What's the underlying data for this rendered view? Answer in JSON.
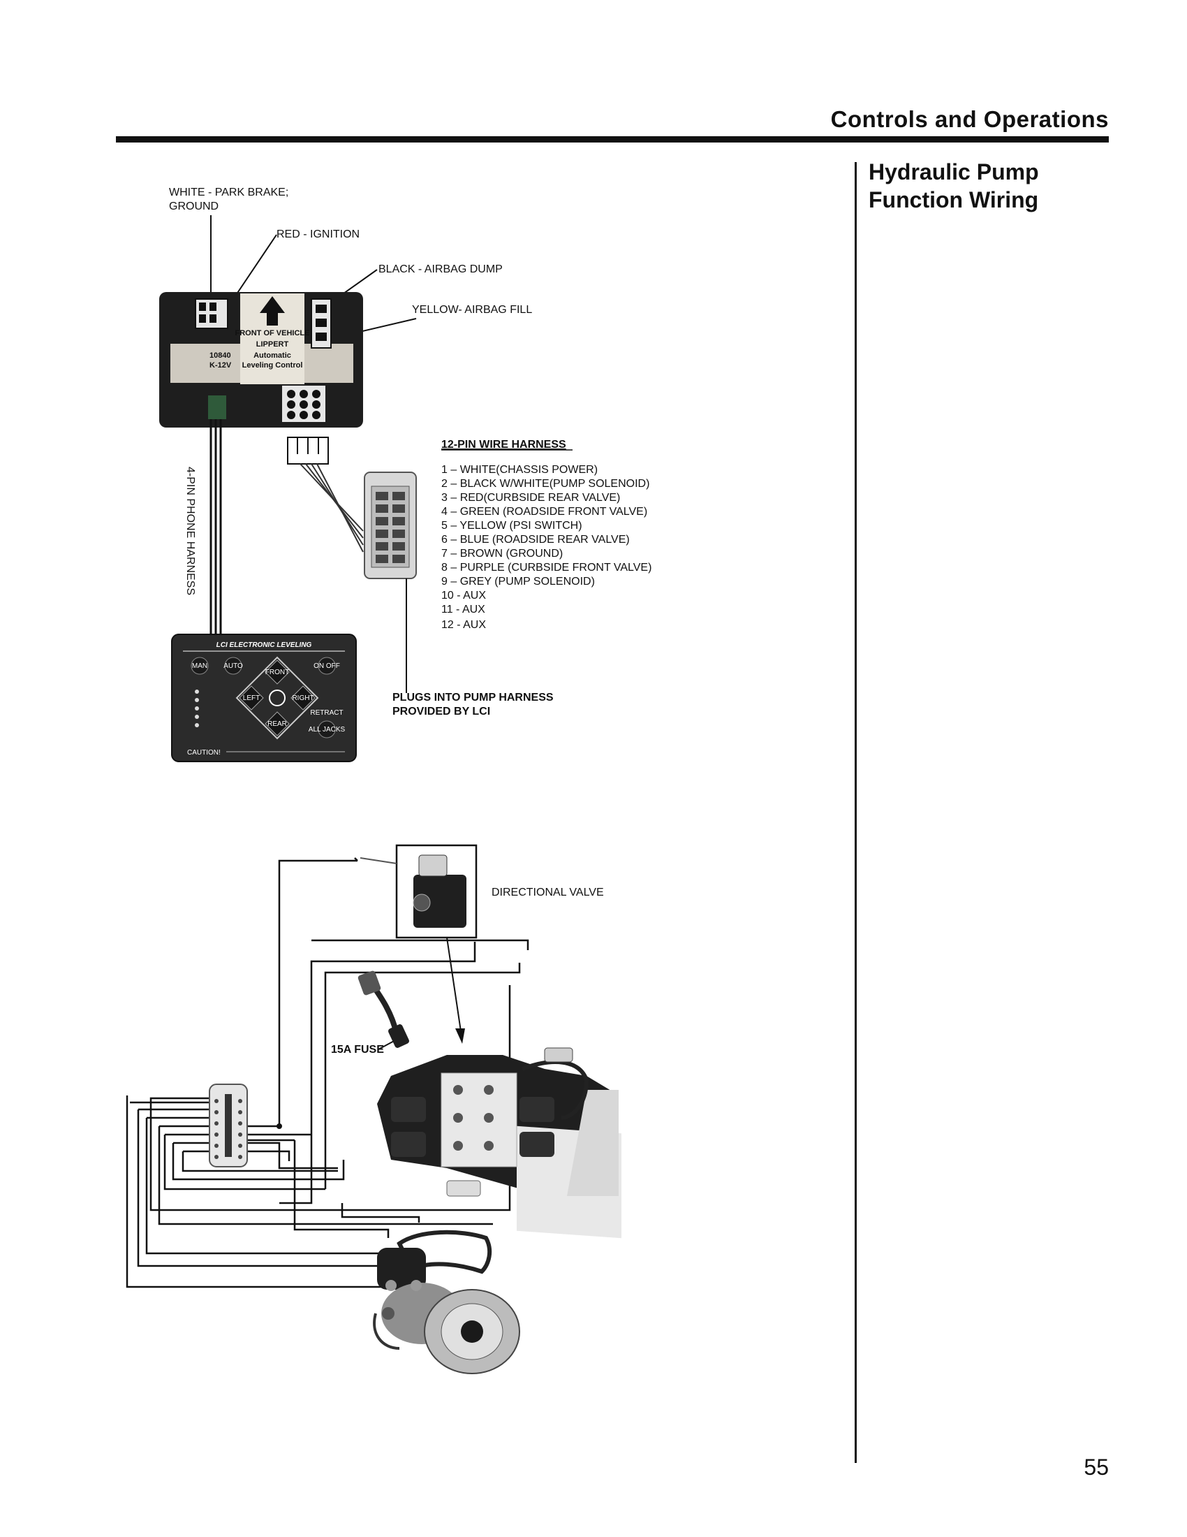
{
  "header": {
    "section_title": "Controls and Operations"
  },
  "sidebar": {
    "title_line1": "Hydraulic Pump",
    "title_line2": "Function Wiring"
  },
  "page_number": "55",
  "top_diagram": {
    "callouts": {
      "white_park_brake_1": "WHITE - PARK BRAKE;",
      "white_park_brake_2": "GROUND",
      "red_ignition": "RED - IGNITION",
      "black_airbag_dump": "BLACK - AIRBAG DUMP",
      "yellow_airbag_fill": "YELLOW- AIRBAG FILL",
      "phone_harness": "4-PIN PHONE HARNESS",
      "plugs_into_1": "PLUGS INTO PUMP HARNESS",
      "plugs_into_2": "PROVIDED BY LCI"
    },
    "controller_label": {
      "front_of_vehicle": "FRONT OF VEHICLE",
      "brand": "LIPPERT",
      "line1": "Automatic",
      "line2": "Leveling Control",
      "part_no": "10840",
      "voltage": "K-12V"
    },
    "harness_title": "12-PIN WIRE HARNESS",
    "harness_pins": [
      "1 – WHITE(CHASSIS POWER)",
      "2 – BLACK W/WHITE(PUMP SOLENOID)",
      "3 – RED(CURBSIDE REAR VALVE)",
      "4 – GREEN (ROADSIDE FRONT VALVE)",
      "5 – YELLOW (PSI SWITCH)",
      "6 – BLUE (ROADSIDE REAR VALVE)",
      "7 – BROWN (GROUND)",
      "8 – PURPLE (CURBSIDE FRONT VALVE)",
      "9 – GREY (PUMP SOLENOID)",
      "10 - AUX",
      "11 - AUX",
      "12 - AUX"
    ],
    "panel": {
      "title": "LCI ELECTRONIC LEVELING",
      "buttons": {
        "man": "MAN",
        "auto": "AUTO",
        "onoff": "ON OFF",
        "front": "FRONT",
        "left": "LEFT",
        "right": "RIGHT",
        "rear": "REAR",
        "retract": "RETRACT",
        "all_jacks": "ALL JACKS"
      },
      "caution": "CAUTION!"
    }
  },
  "bottom_diagram": {
    "callouts": {
      "directional_valve": "DIRECTIONAL VALVE",
      "fuse": "15A FUSE"
    }
  },
  "colors": {
    "ink": "#111111",
    "rule": "#111111",
    "panel": "#2b2b2b"
  }
}
